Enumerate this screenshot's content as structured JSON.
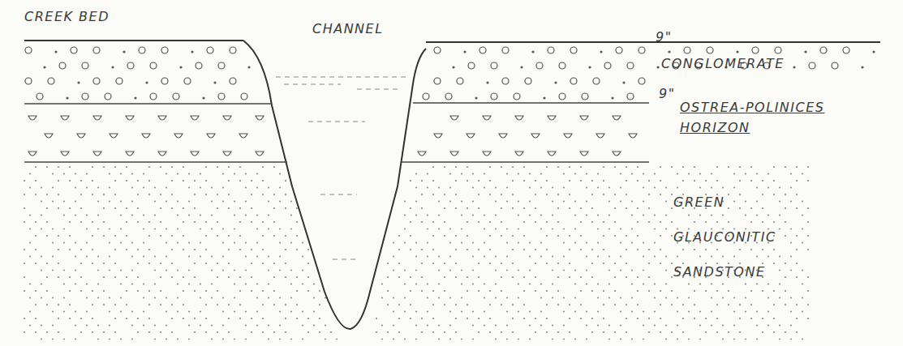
{
  "diagram": {
    "labels": [
      "CREEK BED",
      "CHANNEL",
      "9\"",
      "CONGLOMERATE",
      "9\"",
      "OSTREA-POLINICES HORIZON",
      "GREEN GLAUCONITIC SANDSTONE"
    ]
  }
}
